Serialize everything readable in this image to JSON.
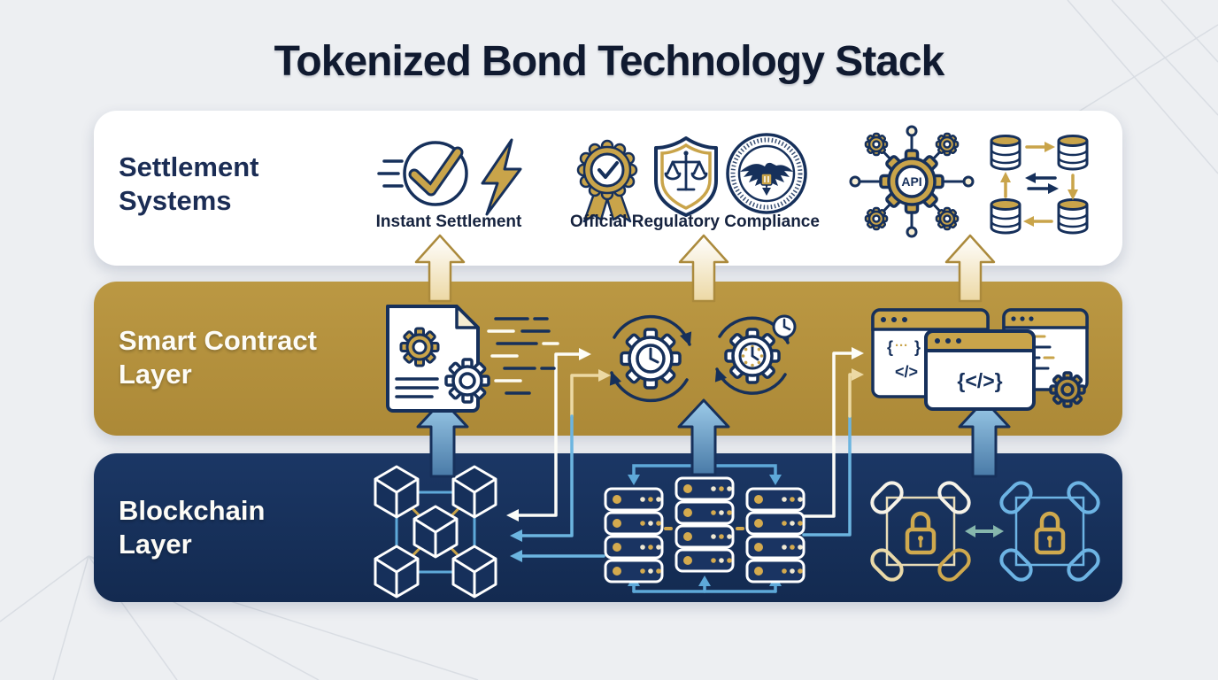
{
  "title": "Tokenized Bond Technology Stack",
  "bands": {
    "settlement": {
      "line1": "Settlement",
      "line2": "Systems"
    },
    "smart_contract": {
      "line1": "Smart Contract",
      "line2": "Layer"
    },
    "blockchain": {
      "line1": "Blockchain",
      "line2": "Layer"
    }
  },
  "captions": {
    "instant": "Instant Settlement",
    "regulatory": "Official Regulatory Compliance"
  },
  "code": {
    "api": "API",
    "brace_open": "{",
    "dots": "···",
    "brace_close": "}",
    "slash_tag": "</>",
    "front_tag": "{</>}"
  },
  "colors": {
    "background": "#edeff2",
    "gold_band": "#b5923e",
    "navy_band": "#16305b",
    "gold_icon": "#c9a44a",
    "navy_icon": "#16305b",
    "cyan_arrow": "#6cb5e0",
    "cream_arrow": "#ecd9a4",
    "teal_arrow": "#86b7ad",
    "white": "#ffffff"
  }
}
